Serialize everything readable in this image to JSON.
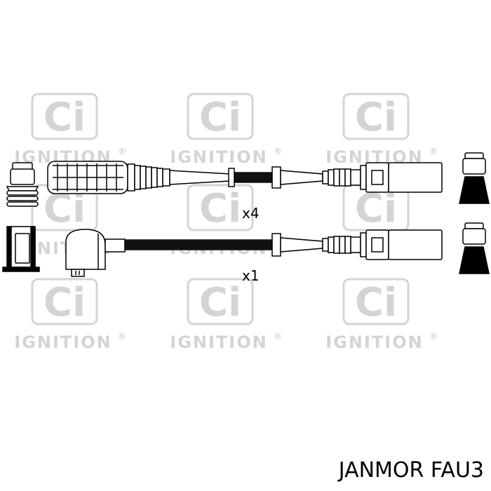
{
  "watermark": {
    "logo_letters": "Ci",
    "brand_word": "IGNITION",
    "registered_mark": "®",
    "color": "#d4d4d4",
    "rows": 3,
    "columns": 3
  },
  "diagram": {
    "parts": [
      {
        "name": "plug-boot-lead",
        "quantity_label": "x4"
      },
      {
        "name": "coil-lead",
        "quantity_label": "x1"
      }
    ],
    "line_color": "#000000",
    "cable_color": "#111111",
    "fill_color": "#ffffff"
  },
  "caption": {
    "text": "JANMOR FAU3"
  }
}
